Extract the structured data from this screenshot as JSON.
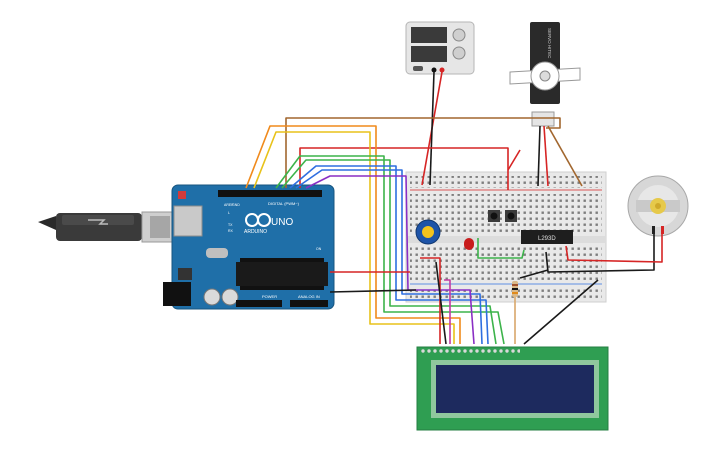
{
  "arduino": {
    "brand": "ARDUINO",
    "model": "UNO",
    "digital_label": "DIGITAL (PWM~)",
    "power_label": "POWER",
    "analog_label": "ANALOG IN",
    "aref_label": "AREF",
    "gnd_label": "GND",
    "tx_label": "TX",
    "rx_label": "RX",
    "l_label": "L",
    "on_label": "ON"
  },
  "servo": {
    "label": "SERVO HITEC"
  },
  "driver_chip": {
    "label": "L293D"
  },
  "colors": {
    "arduino_board": "#1f6fa8",
    "breadboard": "#e9e9e9",
    "lcd_board": "#2f9e52",
    "lcd_screen": "#1d2a5e",
    "wire_red": "#d62525",
    "wire_black": "#1a1a1a",
    "wire_orange": "#f08a1c",
    "wire_yellow": "#e8c21a",
    "wire_green": "#3cb34a",
    "wire_blue": "#2f6fe0",
    "wire_purple": "#8a2fc4",
    "wire_brown": "#a2672f",
    "wire_magenta": "#c23aa3"
  },
  "icons": [
    "usb-cable-icon",
    "power-supply-icon",
    "servo-icon",
    "dc-motor-icon",
    "potentiometer-icon",
    "led-icon",
    "resistor-icon",
    "pushbutton-icon"
  ]
}
